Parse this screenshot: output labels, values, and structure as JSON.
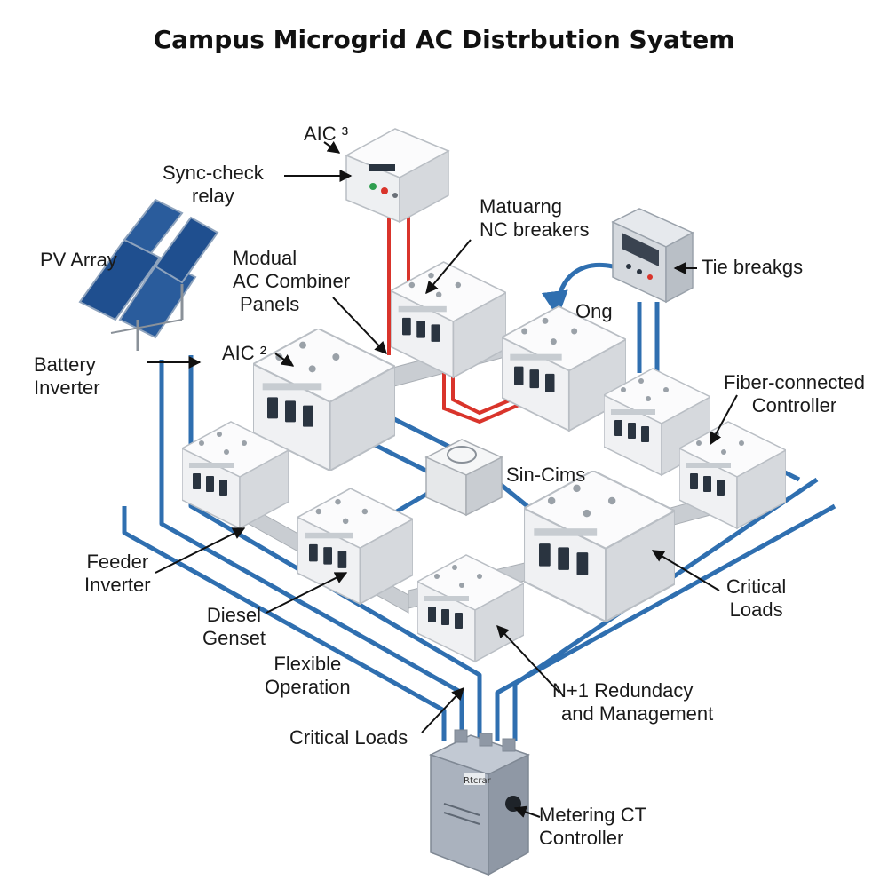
{
  "title": "Campus Microgrid AC Distrbution Syatem",
  "colors": {
    "bus_blue": "#2f6fb0",
    "sync_red": "#d9342b",
    "module_face": "#f2f3f4",
    "module_side": "#d5d8db",
    "breaker_handle": "#2a3440",
    "meter_body": "#9ea7b5"
  },
  "labels": {
    "aic3": "AIC ³",
    "sync_check": [
      "Sync-check",
      "relay"
    ],
    "pv_array": "PV Array",
    "modual": [
      "Modual",
      "AC Combiner",
      "Panels"
    ],
    "matuarng": [
      "Matuarng",
      "NC breakers"
    ],
    "tie": "Tie breakgs",
    "ong": "Ong",
    "aic2": "AIC ²",
    "battery": [
      "Battery",
      "Inverter"
    ],
    "fiber": [
      "Fiber-connected",
      "Controller"
    ],
    "sin_cims": "Sin-Cims",
    "feeder": [
      "Feeder",
      "Inverter"
    ],
    "critical_right": [
      "Critical",
      "Loads"
    ],
    "diesel": [
      "Diesel",
      "Genset"
    ],
    "flexible": [
      "Flexible",
      "Operation"
    ],
    "n1": [
      "N+1 Redundacy",
      "and Management"
    ],
    "critical_bottom": "Critical Loads",
    "metering": [
      "Metering CT",
      "Controller"
    ],
    "meter_brand": "Rtcrar"
  },
  "icons": [
    "solar-panel-icon",
    "relay-box-icon",
    "breaker-module-icon",
    "junction-box-icon",
    "meter-cabinet-icon",
    "controller-display-icon"
  ]
}
